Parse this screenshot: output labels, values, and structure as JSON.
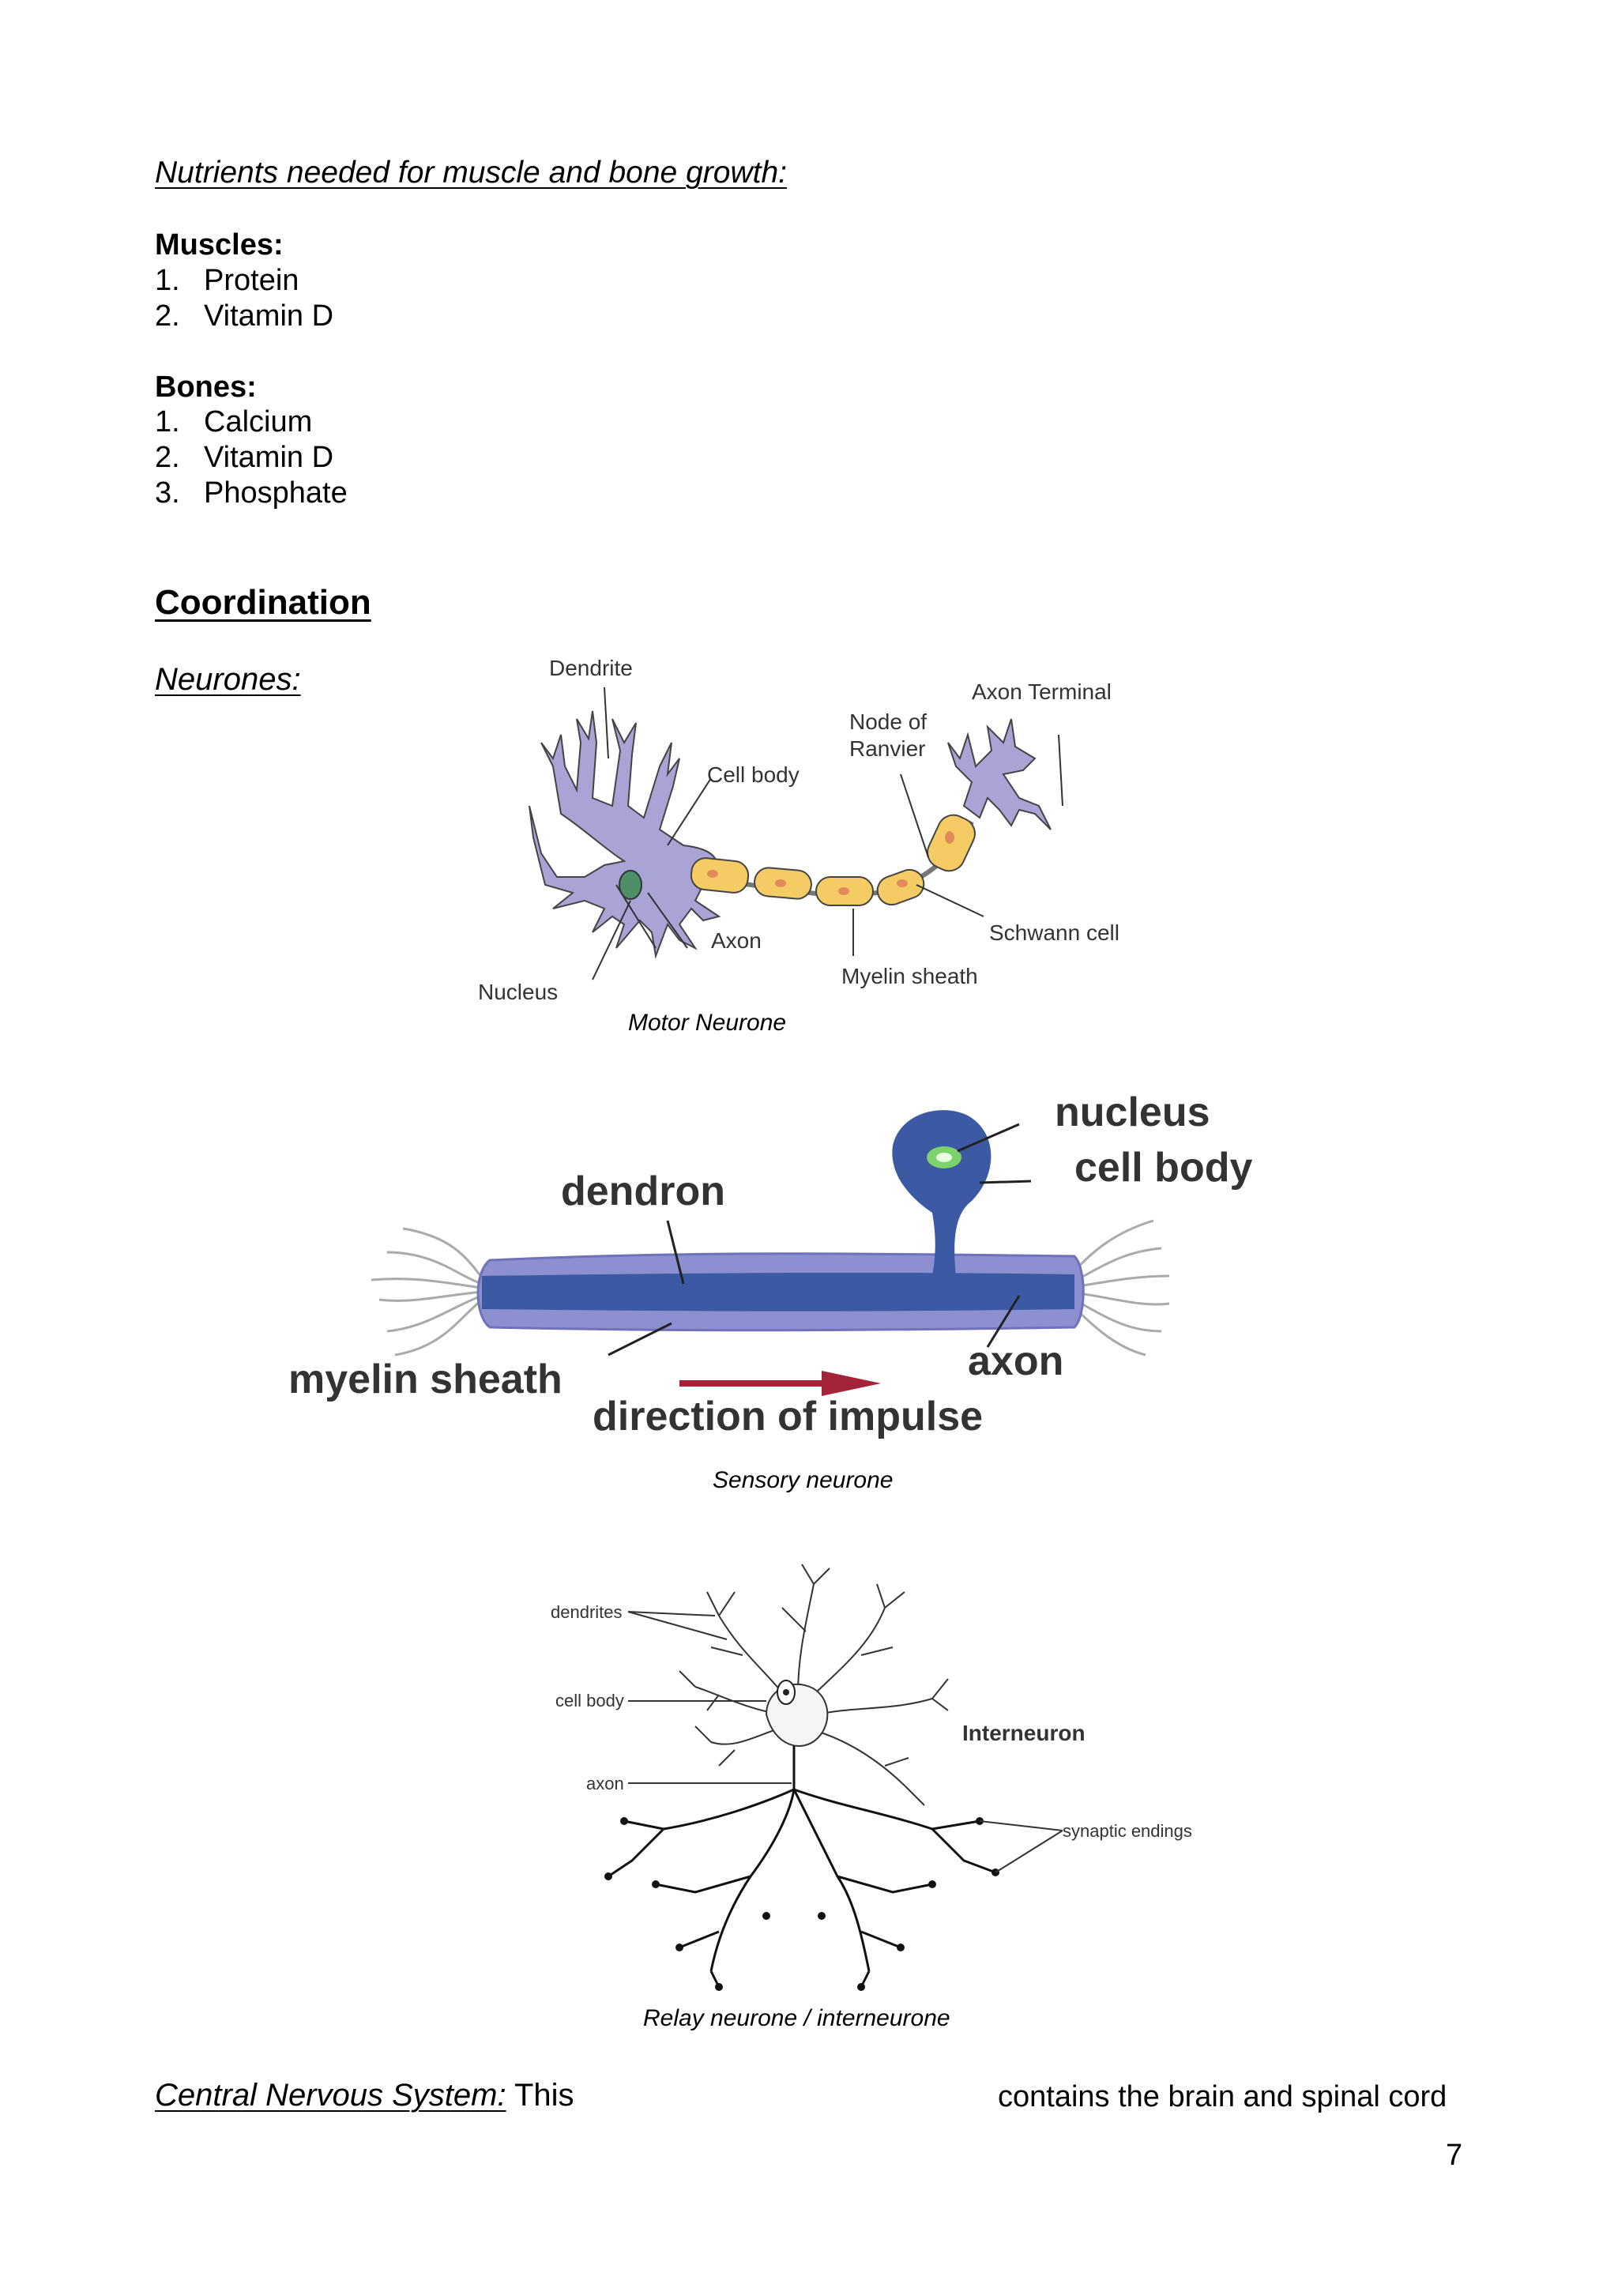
{
  "nutrients": {
    "heading": "Nutrients needed for muscle and bone growth:",
    "muscles_heading": "Muscles:",
    "muscles": [
      {
        "num": "1.",
        "text": "Protein"
      },
      {
        "num": "2.",
        "text": "Vitamin D"
      }
    ],
    "bones_heading": "Bones:",
    "bones": [
      {
        "num": "1.",
        "text": "Calcium"
      },
      {
        "num": "2.",
        "text": "Vitamin D"
      },
      {
        "num": "3.",
        "text": "Phosphate"
      }
    ]
  },
  "coordination": {
    "heading": "Coordination",
    "neurones_heading": "Neurones:"
  },
  "motor_neurone": {
    "labels": {
      "dendrite": "Dendrite",
      "axon_terminal": "Axon Terminal",
      "node_of_ranvier_1": "Node of",
      "node_of_ranvier_2": "Ranvier",
      "cell_body": "Cell body",
      "schwann_cell": "Schwann cell",
      "axon": "Axon",
      "myelin_sheath": "Myelin sheath",
      "nucleus": "Nucleus"
    },
    "caption": "Motor Neurone",
    "colors": {
      "body": "#a9a3d6",
      "schwann": "#f4cc63",
      "nucleus": "#4d8f67"
    }
  },
  "sensory_neurone": {
    "labels": {
      "nucleus": "nucleus",
      "cell_body": "cell body",
      "dendron": "dendron",
      "myelin_sheath": "myelin sheath",
      "axon": "axon",
      "direction": "direction of impulse"
    },
    "caption": "Sensory neurone",
    "colors": {
      "core": "#3b5aa3",
      "sheath": "#8c8fd0",
      "arrow": "#a3243a"
    }
  },
  "relay_neurone": {
    "labels": {
      "dendrites": "dendrites",
      "cell_body": "cell body",
      "axon": "axon",
      "interneuron": "Interneuron",
      "synaptic_endings": "synaptic endings"
    },
    "caption": "Relay neurone / interneurone"
  },
  "cns": {
    "heading": "Central Nervous System:",
    "text_start": "This",
    "text_end": "contains the brain and spinal cord"
  },
  "page_number": "7"
}
